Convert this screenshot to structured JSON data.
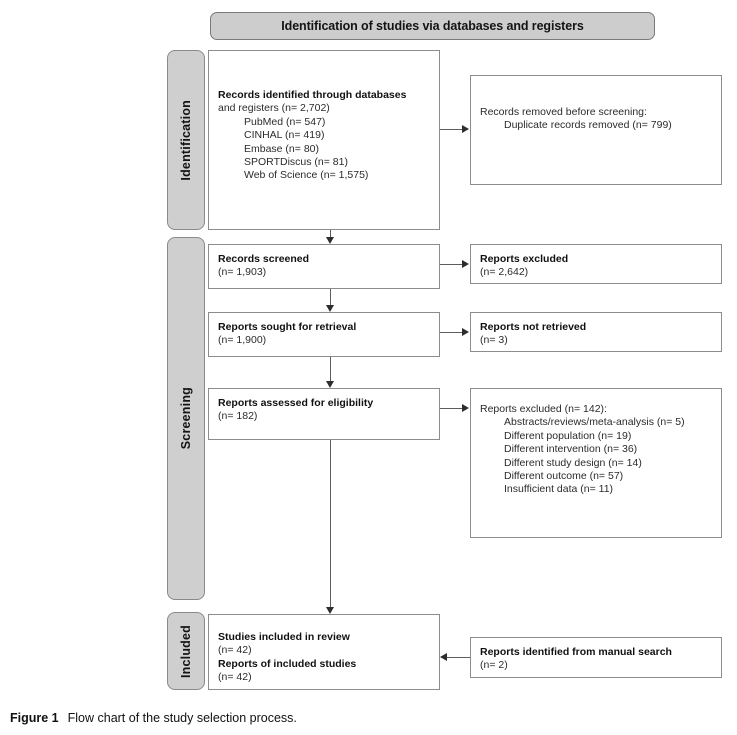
{
  "figure": {
    "caption_label": "Figure 1",
    "caption_text": "Flow chart of the study selection process."
  },
  "header": {
    "title": "Identification of studies via databases and registers"
  },
  "stages": [
    {
      "name": "identification",
      "label": "Identification"
    },
    {
      "name": "screening",
      "label": "Screening"
    },
    {
      "name": "included",
      "label": "Included"
    }
  ],
  "boxes": {
    "identified": {
      "title_line1": "Records identified through databases",
      "title_line2": "and registers",
      "total": "(n= 2,702)",
      "sources": [
        "PubMed  (n= 547)",
        "CINHAL  (n= 419)",
        "Embase (n= 80)",
        "SPORTDiscus (n= 81)",
        "Web of Science (n= 1,575)"
      ]
    },
    "removed": {
      "title": "Records removed before screening",
      "title_suffix": ":",
      "detail": "Duplicate records removed (n= 799)"
    },
    "screened": {
      "title": "Records screened",
      "count": "(n= 1,903)"
    },
    "excluded_screening": {
      "title": "Reports excluded",
      "count": "(n= 2,642)"
    },
    "sought": {
      "title": "Reports sought for retrieval",
      "count": "(n= 1,900)"
    },
    "not_retrieved": {
      "title": "Reports not retrieved",
      "count": "(n= 3)"
    },
    "assessed": {
      "title": "Reports assessed for eligibility",
      "count": "(n= 182)"
    },
    "excluded_eligibility": {
      "title": "Reports excluded",
      "count": "(n= 142):",
      "reasons": [
        "Abstracts/reviews/meta-analysis (n= 5)",
        "Different population  (n= 19)",
        "Different intervention  (n= 36)",
        "Different study design  (n= 14)",
        "Different outcome (n= 57)",
        "Insufficient data (n= 11)"
      ]
    },
    "included": {
      "studies_title": "Studies included in review",
      "studies_count": "(n= 42)",
      "reports_title": "Reports of included studies",
      "reports_count": "(n= 42)"
    },
    "manual": {
      "title": "Reports identified from manual search",
      "count": "(n= 2)"
    }
  },
  "colors": {
    "banner_fill": "#cdcdcd",
    "stage_fill": "#cfcfcf",
    "box_border": "#8c8c8c",
    "connector": "#5d5d5d",
    "page_background": "#ffffff"
  }
}
